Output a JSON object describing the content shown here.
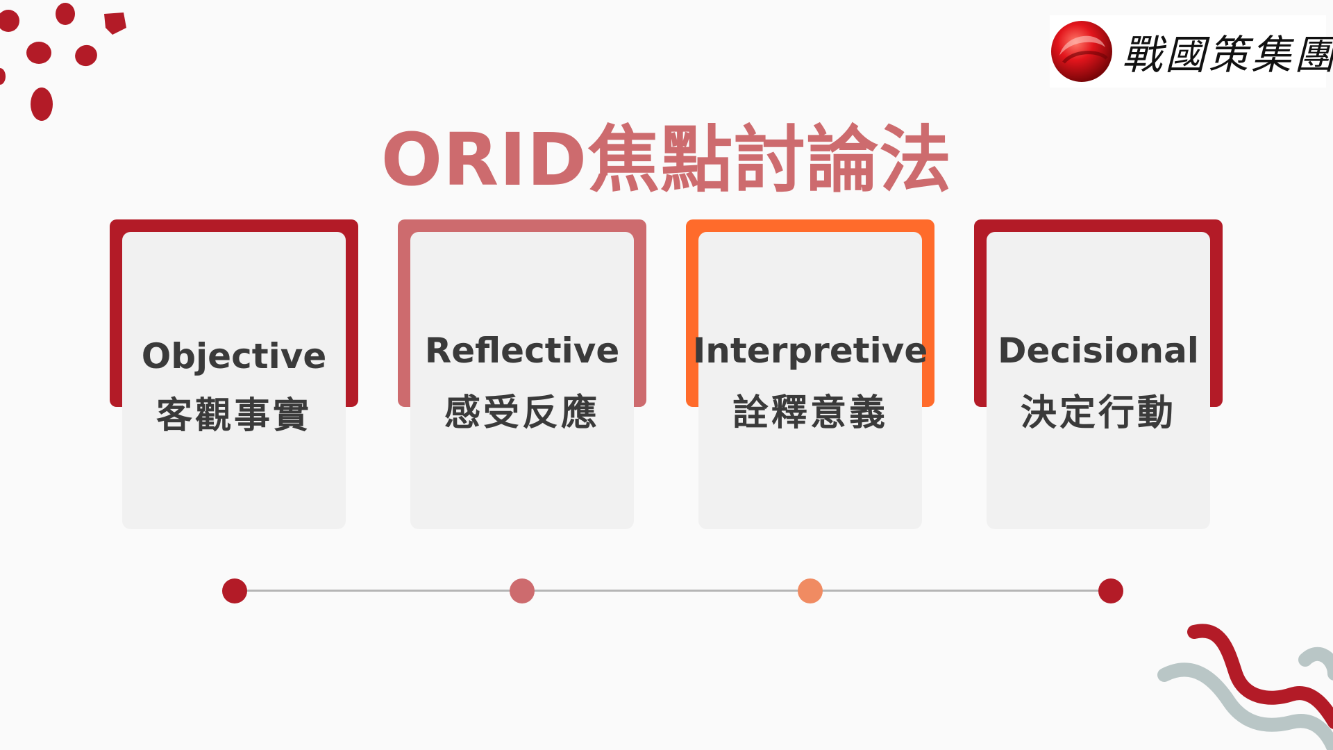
{
  "title": "ORID焦點討論法",
  "logo": {
    "text": "戰國策集團",
    "icon": "red-sphere-logo-icon"
  },
  "colors": {
    "background": "#fafafa",
    "title": "#cd6b6e",
    "text": "#3a3a3a",
    "dark_red": "#b31b27",
    "rose": "#cd6b6e",
    "orange": "#ff6b2b",
    "dot_orange": "#f08b62",
    "line": "#b5b5b5",
    "decor_gray": "#b9c6c6"
  },
  "cards": [
    {
      "en": "Objective",
      "zh": "客觀事實",
      "accent": "#b31b27"
    },
    {
      "en": "Reflective",
      "zh": "感受反應",
      "accent": "#cd6b6e"
    },
    {
      "en": "Interpretive",
      "zh": "詮釋意義",
      "accent": "#ff6b2b"
    },
    {
      "en": "Decisional",
      "zh": "決定行動",
      "accent": "#b31b27"
    }
  ],
  "timeline": {
    "dots": [
      "#b31b27",
      "#cd6b6e",
      "#f08b62",
      "#b31b27"
    ]
  },
  "decorations": [
    "scattered-dots-icon",
    "squiggle-lines-icon"
  ]
}
